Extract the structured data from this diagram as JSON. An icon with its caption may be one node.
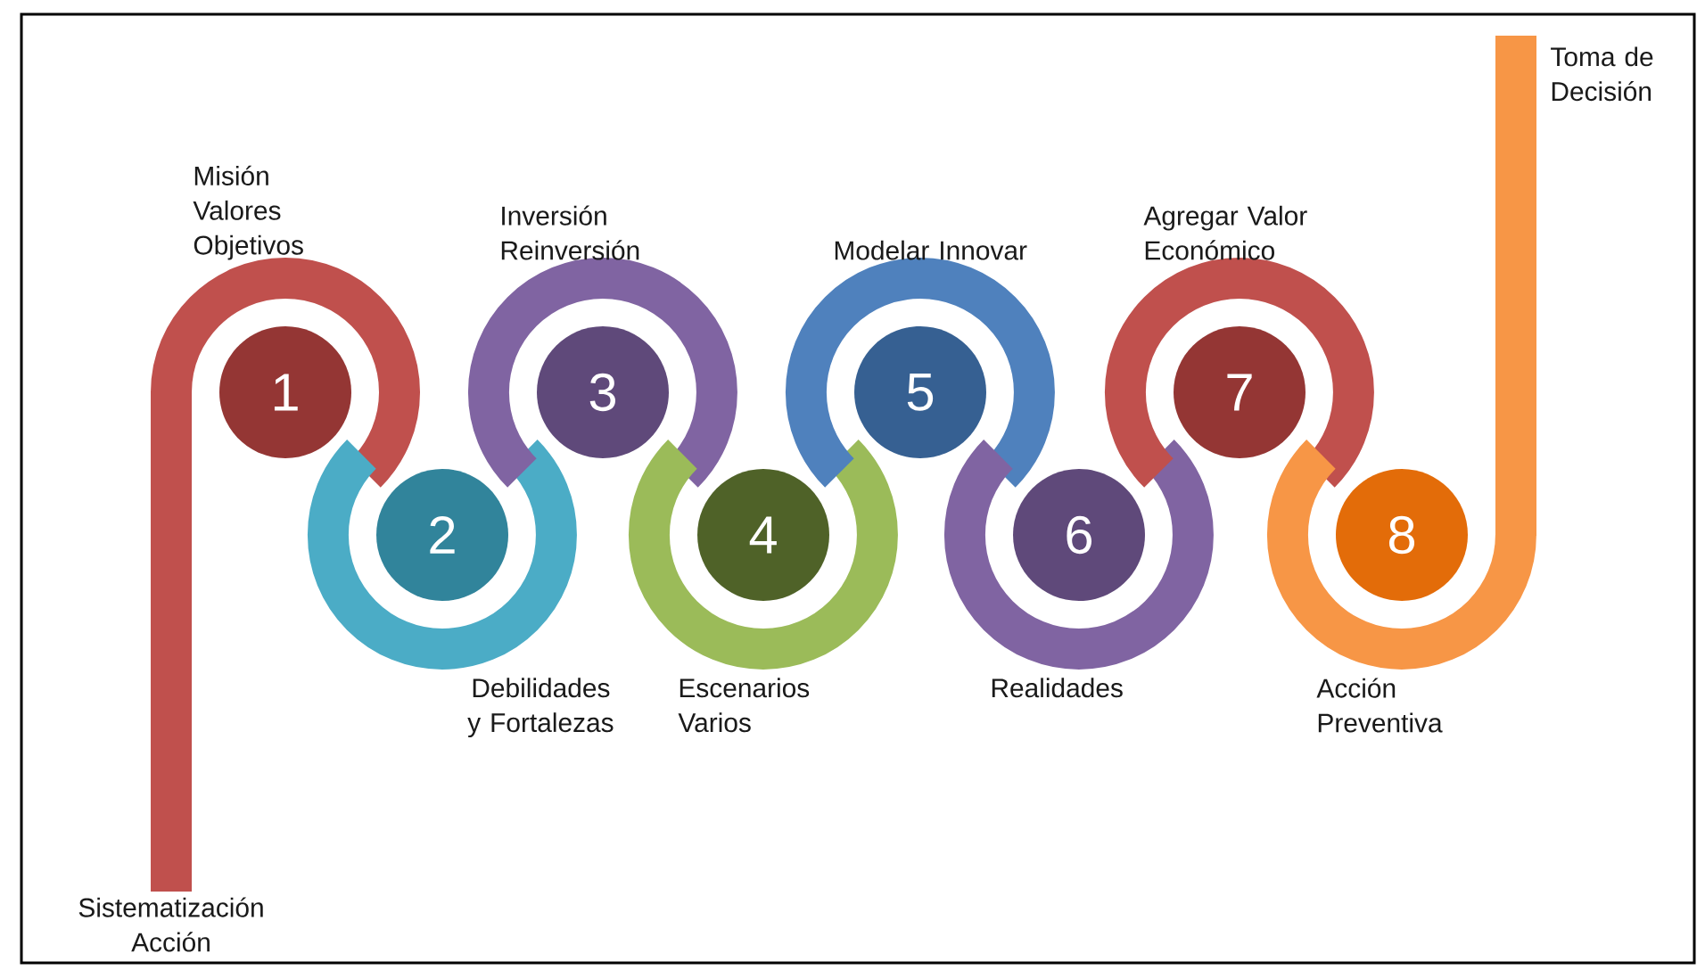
{
  "diagram": {
    "nodes": [
      {
        "text": [
          "1"
        ],
        "beside": [
          "Misión Valores Objetivos"
        ]
      },
      {
        "text": [
          "2"
        ],
        "beside": [
          "Debilidades y Fortalezas"
        ]
      },
      {
        "text": [
          "3"
        ],
        "beside": [
          "Inversión Reinversión"
        ]
      },
      {
        "text": [
          "4"
        ],
        "beside": [
          "Escenarios Varios"
        ]
      },
      {
        "text": [
          "5"
        ],
        "beside": [
          "Modelar Innovar"
        ]
      },
      {
        "text": [
          "6"
        ],
        "beside": [
          "Realidades"
        ]
      },
      {
        "text": [
          "7"
        ],
        "beside": [
          "Agregar Valor Económico"
        ]
      },
      {
        "text": [
          "8"
        ],
        "beside": [
          "Acción Preventiva"
        ]
      }
    ],
    "labels": [
      "Sistematización Acción",
      "Toma de Decisión"
    ]
  }
}
